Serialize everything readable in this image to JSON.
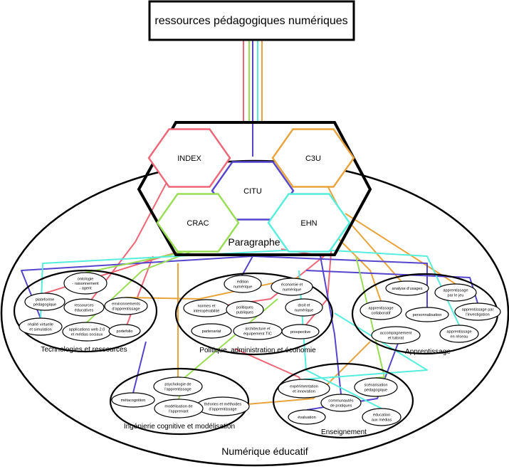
{
  "title": "ressources pédagogiques numériques",
  "hub": {
    "label": "Paragraphe",
    "cells": [
      {
        "id": "index",
        "label": "INDEX",
        "color": "#ee6677"
      },
      {
        "id": "c3u",
        "label": "C3U",
        "color": "#e8a33a"
      },
      {
        "id": "citu",
        "label": "CITU",
        "color": "#5544cc"
      },
      {
        "id": "crac",
        "label": "CRAC",
        "color": "#99dd55"
      },
      {
        "id": "ehn",
        "label": "EHN",
        "color": "#55eedd"
      }
    ]
  },
  "outer_label": "Numérique éducatif",
  "groups": [
    {
      "id": "tech",
      "label": "Technologies et ressources",
      "nodes": [
        {
          "id": "plateforme",
          "lines": [
            "plateforme",
            "pédagogique"
          ]
        },
        {
          "id": "ontologie",
          "lines": [
            "ontologie",
            "- raisonnement",
            "- agent"
          ]
        },
        {
          "id": "ressources",
          "lines": [
            "ressources",
            "éducatives"
          ]
        },
        {
          "id": "environnements",
          "lines": [
            "environnements",
            "d'apprentissage"
          ]
        },
        {
          "id": "realite",
          "lines": [
            "réalité virtuelle",
            "et simulation"
          ]
        },
        {
          "id": "web20",
          "lines": [
            "applications web 2.0",
            "et médias sociaux"
          ]
        },
        {
          "id": "portefolio",
          "lines": [
            "portefolio"
          ]
        }
      ]
    },
    {
      "id": "politique",
      "label": "Politique, administration et économie",
      "nodes": [
        {
          "id": "edition",
          "lines": [
            "édition",
            "numérique"
          ]
        },
        {
          "id": "economie",
          "lines": [
            "économie et",
            "numérique"
          ]
        },
        {
          "id": "normes",
          "lines": [
            "normes et",
            "interopérabilité"
          ]
        },
        {
          "id": "politiques",
          "lines": [
            "politiques",
            "publiques"
          ]
        },
        {
          "id": "droit",
          "lines": [
            "droit et",
            "numérique"
          ]
        },
        {
          "id": "partenariat",
          "lines": [
            "partenariat"
          ]
        },
        {
          "id": "architecture",
          "lines": [
            "architecture et",
            "équipement TIC"
          ]
        },
        {
          "id": "prospective",
          "lines": [
            "prospective"
          ]
        }
      ]
    },
    {
      "id": "apprentissage",
      "label": "Apprentissage",
      "nodes": [
        {
          "id": "usages",
          "lines": [
            "analyse d'usages"
          ]
        },
        {
          "id": "jeu",
          "lines": [
            "apprentissage",
            "par le jeu"
          ]
        },
        {
          "id": "collaboratif",
          "lines": [
            "apprentissage",
            "collaboratif"
          ]
        },
        {
          "id": "personnalisation",
          "lines": [
            "personnalisation"
          ]
        },
        {
          "id": "investigation",
          "lines": [
            "apprentissage par",
            "l'investigation"
          ]
        },
        {
          "id": "accompagnement",
          "lines": [
            "accompagnement",
            "et tutorat"
          ]
        },
        {
          "id": "reseau",
          "lines": [
            "apprentissage",
            "en réseau"
          ]
        }
      ]
    },
    {
      "id": "ingenierie",
      "label": "Ingénierie cognitive et modélisation",
      "nodes": [
        {
          "id": "psychologie",
          "lines": [
            "psychologie de",
            "l'apprentissage"
          ]
        },
        {
          "id": "metacognition",
          "lines": [
            "métacognition"
          ]
        },
        {
          "id": "theories",
          "lines": [
            "théories et méthodes",
            "d'apprentissage"
          ]
        },
        {
          "id": "modelisation",
          "lines": [
            "modélisation de",
            "l'apprenant"
          ]
        }
      ]
    },
    {
      "id": "enseignement",
      "label": "Enseignement",
      "nodes": [
        {
          "id": "experimentation",
          "lines": [
            "expérimentation",
            "et innovation"
          ]
        },
        {
          "id": "scenarisation",
          "lines": [
            "scénarisation",
            "pédagogique"
          ]
        },
        {
          "id": "communautes",
          "lines": [
            "communautés",
            "de pratiques"
          ]
        },
        {
          "id": "evaluation",
          "lines": [
            "évaluation"
          ]
        },
        {
          "id": "medias",
          "lines": [
            "éducation",
            "aux médias"
          ]
        }
      ]
    }
  ]
}
